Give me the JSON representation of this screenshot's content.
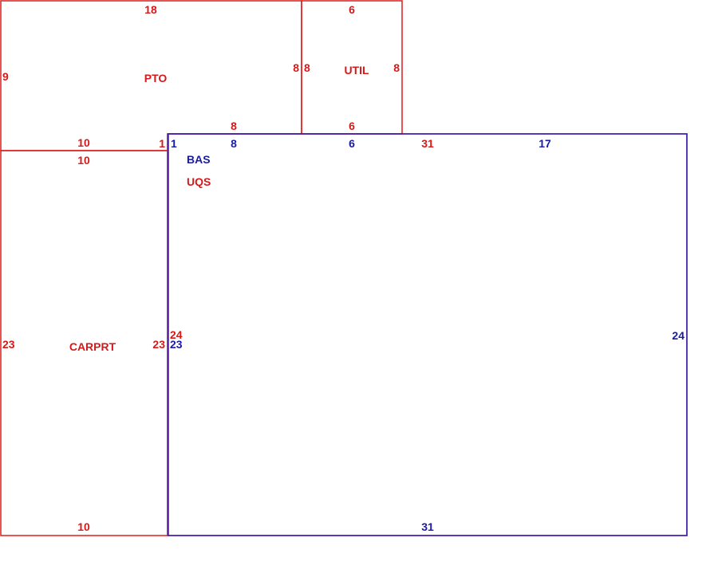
{
  "colors": {
    "red": "#d41a1a",
    "blue": "#1a1aa8",
    "background": "#ffffff"
  },
  "areas": {
    "pto": {
      "name": "PTO",
      "dim_top": "18",
      "dim_left": "9",
      "dim_right": "8",
      "dim_bottom": "8",
      "dim_bottom_left": "10",
      "dim_stub": "1"
    },
    "util": {
      "name": "UTIL",
      "dim_top": "6",
      "dim_left": "8",
      "dim_right": "8",
      "dim_bottom": "6"
    },
    "carport": {
      "name": "CARPRT",
      "dim_top": "10",
      "dim_left": "23",
      "dim_right": "23",
      "dim_bottom": "10"
    },
    "bas": {
      "name": "BAS",
      "dim_corner": "1",
      "dim_top_a": "8",
      "dim_top_b": "6",
      "dim_top_c": "17",
      "dim_right": "24",
      "dim_left": "23",
      "dim_bottom": "31"
    },
    "uqs": {
      "name": "UQS",
      "dim_top": "31",
      "dim_left": "24"
    }
  }
}
